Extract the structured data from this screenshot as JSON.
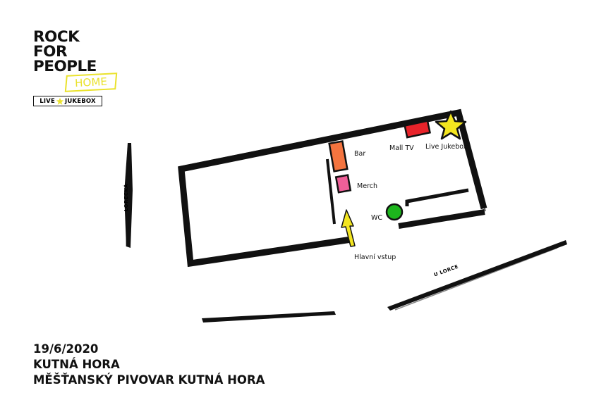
{
  "logo": {
    "line1": "ROCK",
    "line2": "FOR",
    "line3": "PEOPLE",
    "home": "HOME",
    "badge_left": "LIVE",
    "badge_right": "JUKEBOX"
  },
  "map": {
    "labels": {
      "bar": "Bar",
      "merch": "Merch",
      "mall_tv": "Mall TV",
      "live_jukebox": "Live Jukebox",
      "wc": "WC",
      "main_entrance": "Hlavní vstup"
    },
    "streets": {
      "lorecka": "LORECKÁ",
      "u_lorce": "U LORCE"
    },
    "colors": {
      "bar": "#f4743f",
      "merch": "#ef5f98",
      "mall_tv": "#e8232a",
      "live_jukebox": "#f3e51f",
      "wc": "#1db61d",
      "entrance_arrow": "#f3e51f",
      "walls": "#111111"
    }
  },
  "event": {
    "date": "19/6/2020",
    "city": "KUTNÁ HORA",
    "venue": "MĚŠŤANSKÝ PIVOVAR KUTNÁ HORA"
  },
  "brand": {
    "accent": "#eae22c",
    "ink": "#111111"
  }
}
